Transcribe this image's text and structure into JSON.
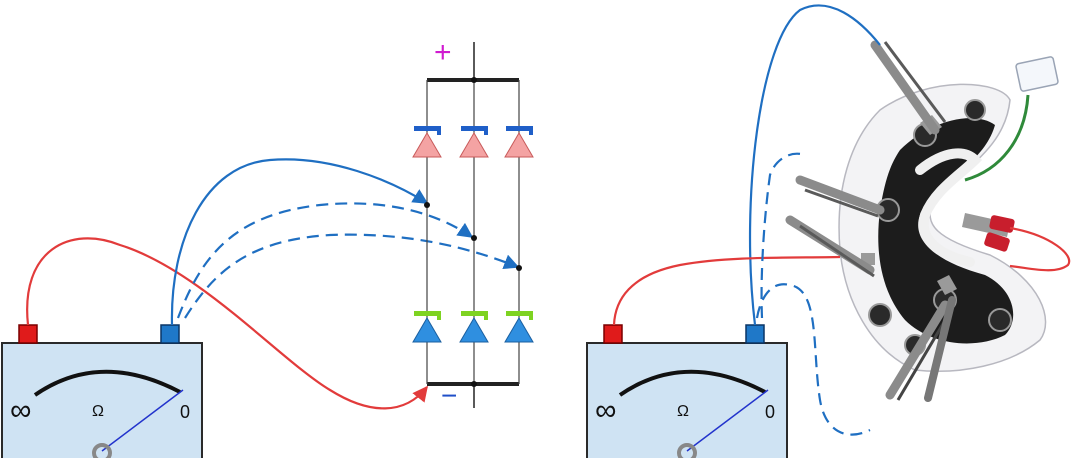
{
  "left_meter": {
    "infinity_label": "∞",
    "unit_label": "Ω",
    "zero_label": "0",
    "positive_terminal_color": "#e01b1b",
    "negative_terminal_color": "#1f78c8",
    "face_color": "#cfe3f3"
  },
  "right_meter": {
    "infinity_label": "∞",
    "unit_label": "Ω",
    "zero_label": "0"
  },
  "bridge": {
    "plus_label": "+",
    "minus_label": "−",
    "upper_diode_color": "#f4a3a3",
    "lower_diode_color": "#2f8fe0",
    "upper_bar_color": "#1f5fc8",
    "lower_bar_color": "#7ed321"
  },
  "lead_colors": {
    "red": "#e23b3b",
    "blue": "#1f6fc2"
  },
  "component_icon": "rectifier-plate-icon"
}
